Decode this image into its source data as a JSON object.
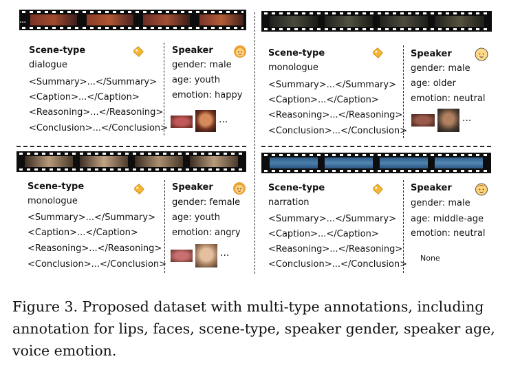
{
  "figure": {
    "caption": "Figure 3. Proposed dataset with multi-type annotations, including annotation for lips, faces, scene-type, speaker gender, speaker age, voice emotion."
  },
  "labels": {
    "scene_type": "Scene-type",
    "speaker": "Speaker",
    "ellipsis": "...",
    "summary_tag": "<Summary>...</Summary>",
    "caption_tag": "<Caption>...</Caption>",
    "reasoning_tag": "<Reasoning>...</Reasoning>",
    "conclusion_tag": "<Conclusion>...</Conclusion>"
  },
  "panels": [
    {
      "scene": "dialogue",
      "gender": "gender: male",
      "age": "age: youth",
      "emotion": "emotion: happy",
      "has_faces": true,
      "speaker_icon": "girl-emoji-icon",
      "frame_color": "#6b2b22"
    },
    {
      "scene": "monologue",
      "gender": "gender: male",
      "age": "age: older",
      "emotion": "emotion: neutral",
      "has_faces": true,
      "speaker_icon": "old-man-emoji-icon",
      "frame_color": "#2f2f28"
    },
    {
      "scene": "monologue",
      "gender": "gender: female",
      "age": "age: youth",
      "emotion": "emotion: angry",
      "has_faces": true,
      "speaker_icon": "girl-emoji-icon",
      "frame_color": "#5a4a3c"
    },
    {
      "scene": "narration",
      "gender": "gender: male",
      "age": "age: middle-age",
      "emotion": "emotion: neutral",
      "has_faces": false,
      "none_text": "None",
      "speaker_icon": "man-emoji-icon",
      "frame_color": "#3f6e98"
    }
  ]
}
